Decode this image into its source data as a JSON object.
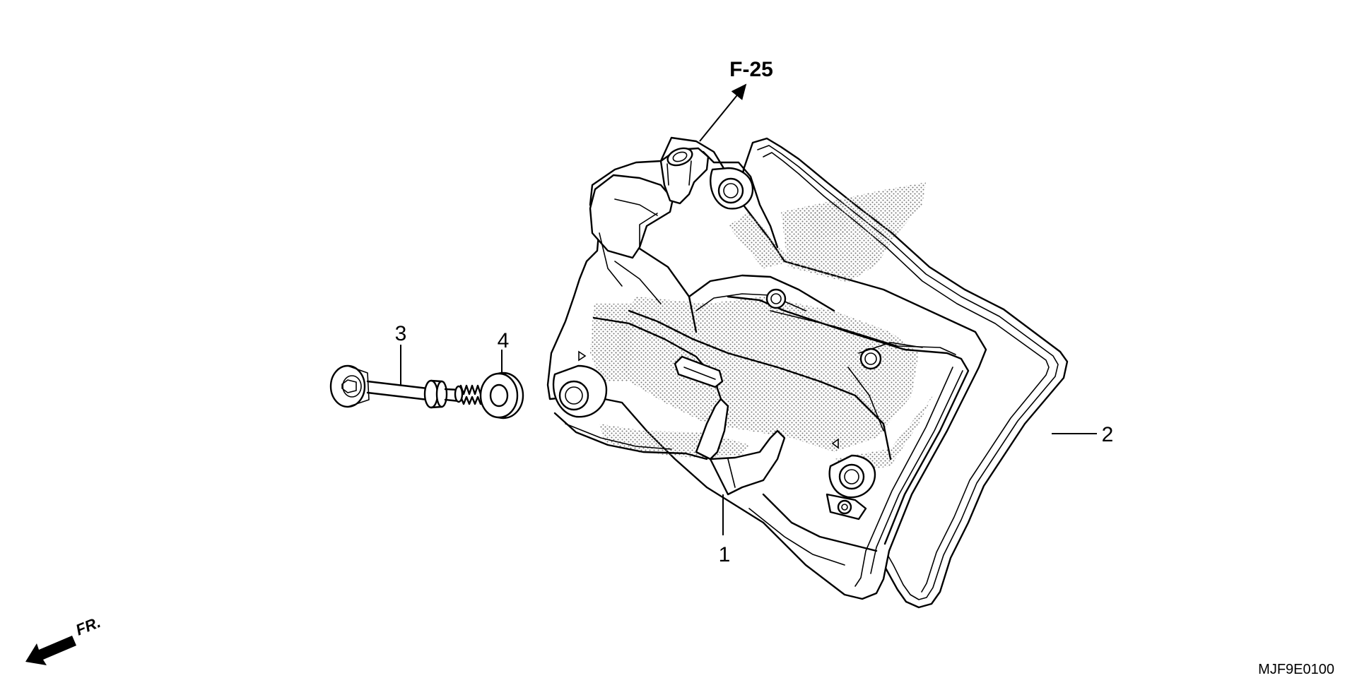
{
  "diagram": {
    "reference": "F-25",
    "direction_label": "FR.",
    "drawing_code": "MJF9E0100",
    "callouts": {
      "part_1": "1",
      "part_2": "2",
      "part_3": "3",
      "part_4": "4"
    }
  }
}
